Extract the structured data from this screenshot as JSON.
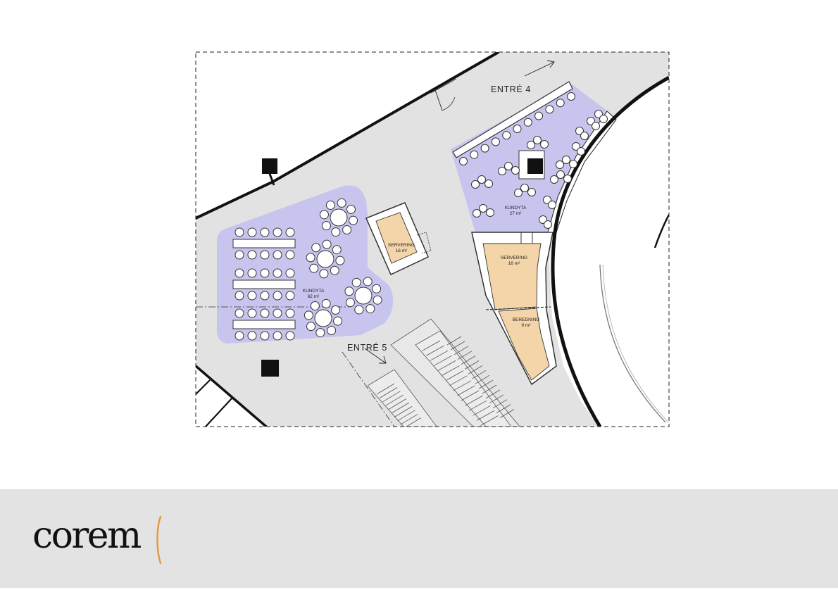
{
  "plan": {
    "entrances": {
      "entre4": "ENTRÉ 4",
      "entre5": "ENTRÉ 5"
    },
    "rooms": {
      "kundyta_west": {
        "name": "KUNDYTA",
        "area": "62 m²"
      },
      "kundyta_east": {
        "name": "KUNDYTA",
        "area": "27 m²"
      },
      "servering_center": {
        "name": "SERVERING",
        "area": "16 m²"
      },
      "servering_east": {
        "name": "SERVERING",
        "area": "16 m²"
      },
      "beredning": {
        "name": "BEREDNING",
        "area": "9 m²"
      }
    },
    "colors": {
      "floor": "#e2e2e2",
      "customer_area": "#c7c4ee",
      "service_area": "#f3d5a9",
      "wall": "#111111"
    }
  },
  "footer": {
    "logo_text": "corem",
    "logo_accent_color": "#e49a3a",
    "background": "#e3e3e3"
  }
}
